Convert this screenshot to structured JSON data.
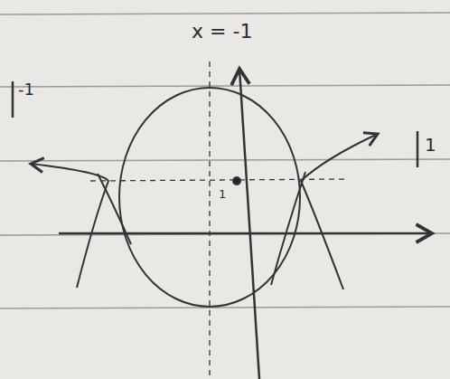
{
  "diagram": {
    "labels": [
      "x = -1",
      "1",
      "-1",
      "1"
    ]
  }
}
